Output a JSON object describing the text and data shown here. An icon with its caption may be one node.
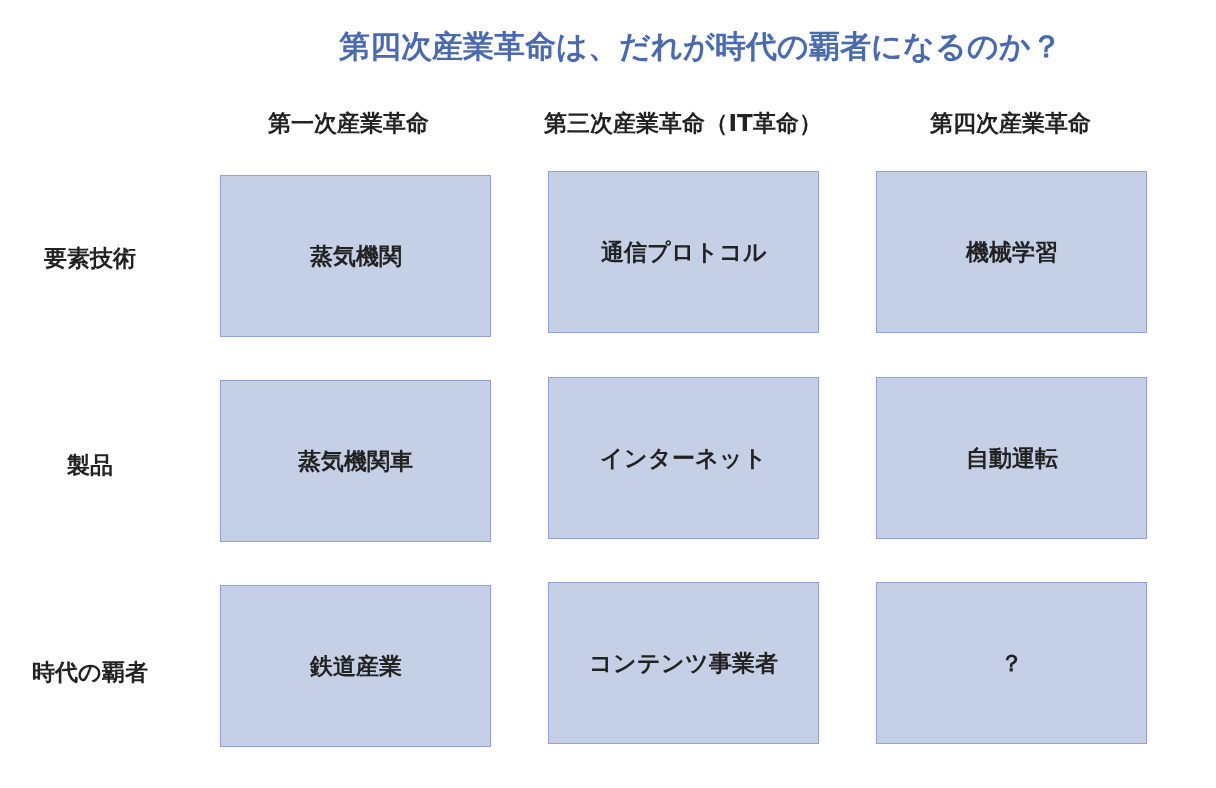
{
  "diagram": {
    "title": "第四次産業革命は、だれが時代の覇者になるのか？",
    "nodes": [
      {
        "text": [
          "蒸気機関"
        ]
      },
      {
        "text": [
          "通信プロトコル"
        ]
      },
      {
        "text": [
          "機械学習"
        ]
      },
      {
        "text": [
          "蒸気機関車"
        ]
      },
      {
        "text": [
          "インターネット"
        ]
      },
      {
        "text": [
          "自動運転"
        ]
      },
      {
        "text": [
          "鉄道産業"
        ]
      },
      {
        "text": [
          "コンテンツ事業者"
        ]
      },
      {
        "text": [
          "？"
        ]
      }
    ],
    "labels": [
      "第一次産業革命",
      "第三次産業革命（IT革命）",
      "第四次産業革命",
      "要素技術",
      "製品",
      "時代の覇者"
    ]
  }
}
